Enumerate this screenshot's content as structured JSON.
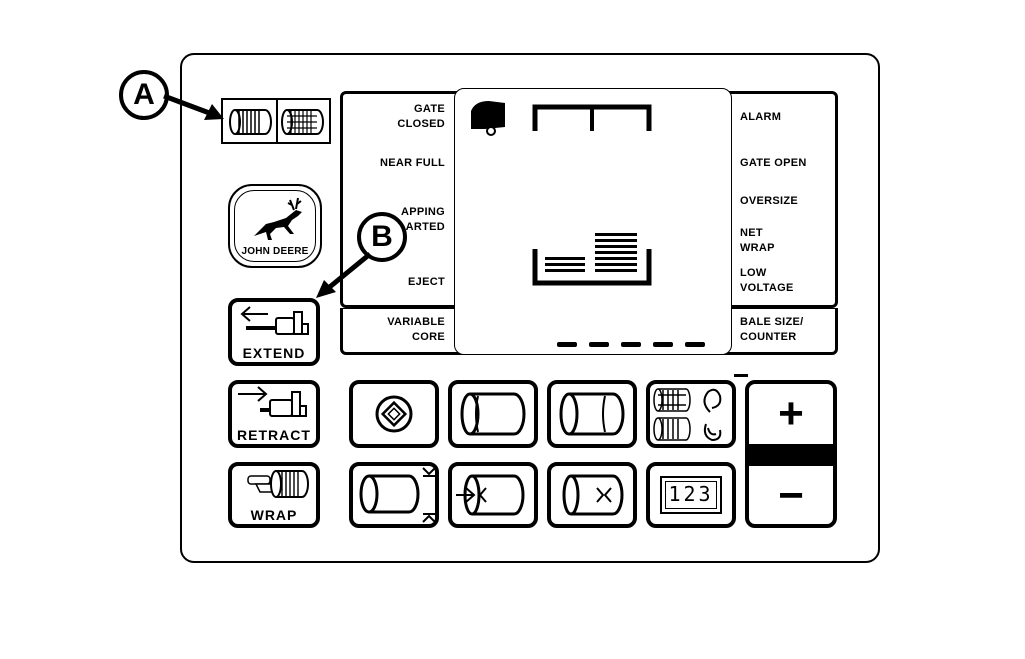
{
  "callouts": {
    "a": "A",
    "b": "B"
  },
  "logo": {
    "text": "JOHN DEERE"
  },
  "display": {
    "left_labels": {
      "gate_closed": [
        "GATE",
        "CLOSED"
      ],
      "near_full": "NEAR FULL",
      "wrapping_started": [
        "APPING",
        "ARTED"
      ],
      "eject": "EJECT",
      "variable_core": [
        "VARIABLE",
        "CORE"
      ]
    },
    "right_labels": {
      "alarm": "ALARM",
      "gate_open": "GATE OPEN",
      "oversize": "OVERSIZE",
      "net_wrap": [
        "NET",
        "WRAP"
      ],
      "low_voltage": [
        "LOW",
        "VOLTAGE"
      ],
      "bale_size_counter": [
        "BALE SIZE/",
        "COUNTER"
      ]
    }
  },
  "buttons": {
    "extend": "EXTEND",
    "retract": "RETRACT",
    "wrap": "WRAP",
    "plus": "+",
    "minus": "−",
    "counter_digits": "123"
  },
  "icons": [
    "bale-icon",
    "net-bale-icon",
    "deer-logo-icon",
    "baler-icon",
    "extend-arrow-icon",
    "retract-arrow-icon",
    "wrap-hand-icon",
    "diamond-icon",
    "bale-roll-icon",
    "twine-rotate-icon",
    "counter-icon"
  ]
}
